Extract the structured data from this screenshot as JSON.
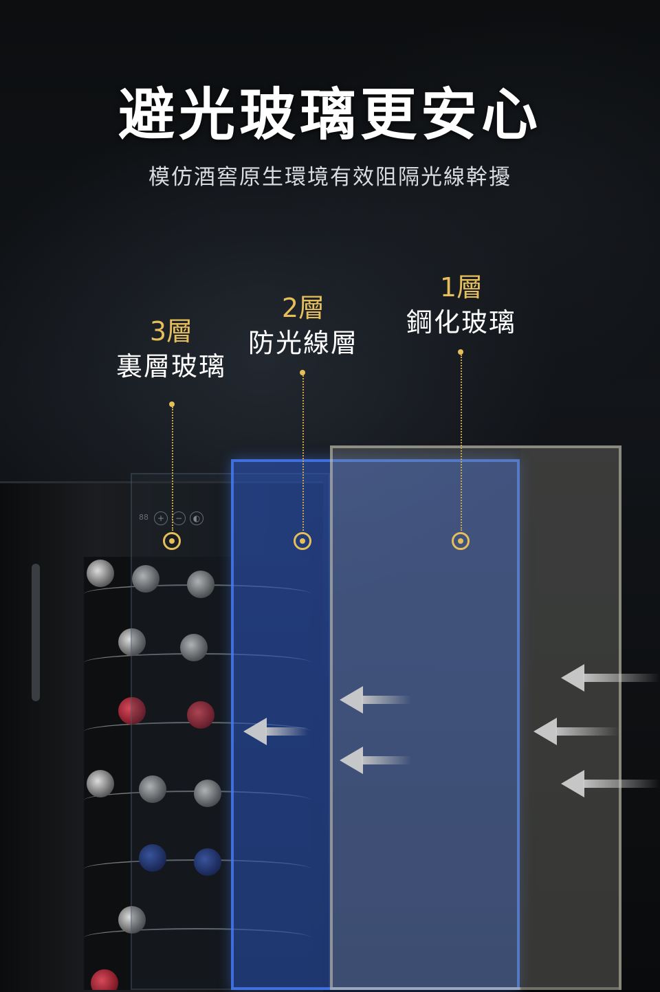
{
  "header": {
    "title": "避光玻璃更安心",
    "subtitle": "模仿酒窖原生環境有效阻隔光線幹擾"
  },
  "layers": [
    {
      "id": "layer-1",
      "number": "1層",
      "name": "鋼化玻璃"
    },
    {
      "id": "layer-2",
      "number": "2層",
      "name": "防光線層"
    },
    {
      "id": "layer-3",
      "number": "3層",
      "name": "裏層玻璃"
    }
  ],
  "colors": {
    "accent_gold": "#e6bf5a",
    "uv_layer_blue": "#4882ff",
    "tempered_glass": "#d2cdb9",
    "background": "#0c0e10"
  },
  "control_panel": {
    "display": "88",
    "plus": "+",
    "minus": "−",
    "light": "◐"
  }
}
